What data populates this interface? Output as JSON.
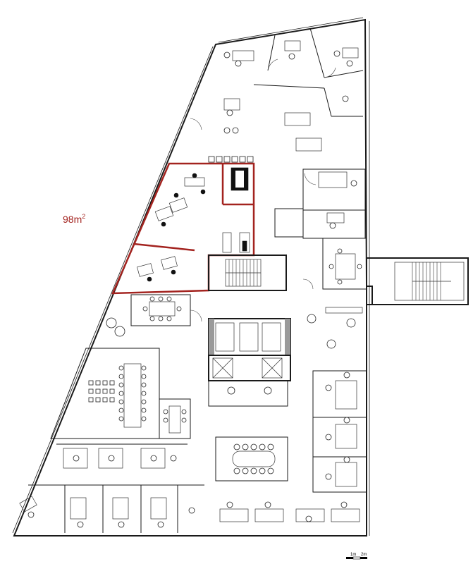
{
  "plan": {
    "highlight_area_value": "98m",
    "highlight_area_unit_exp": "2",
    "highlight_color": "#a3231f",
    "scale_bar": {
      "label_1": "1m",
      "label_2": "2m"
    }
  }
}
